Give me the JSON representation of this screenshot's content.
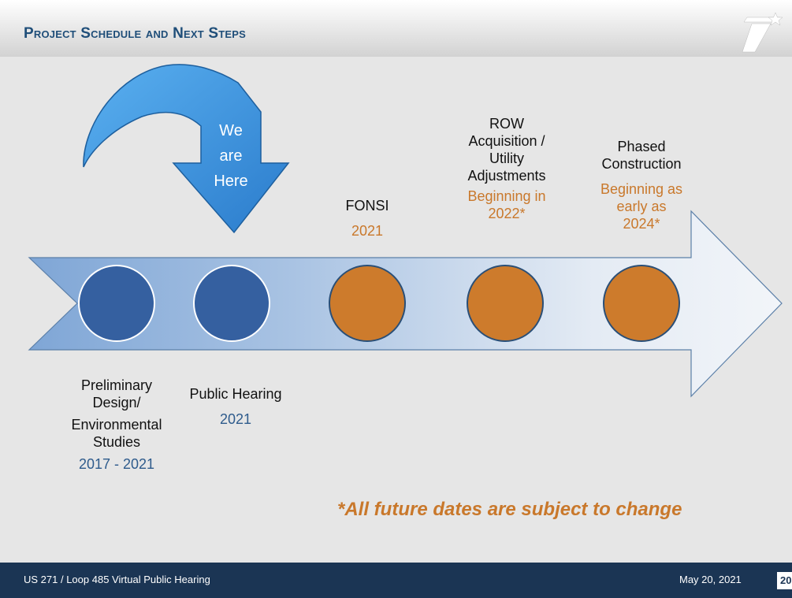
{
  "header": {
    "title": "Project Schedule and Next Steps"
  },
  "logo": {
    "icon": "txdot-star-logo"
  },
  "callout": {
    "line1": "We",
    "line2": "are",
    "line3": "Here"
  },
  "milestones": [
    {
      "name_lines": [
        "Preliminary",
        "Design/",
        "Environmental",
        "Studies"
      ],
      "date": "2017 - 2021",
      "status": "completed",
      "color": "#3560a0"
    },
    {
      "name_lines": [
        "Public Hearing"
      ],
      "date": "2021",
      "status": "completed",
      "color": "#3560a0"
    },
    {
      "name_lines": [
        "FONSI"
      ],
      "date": "2021",
      "status": "upcoming",
      "color": "#cd7b2c"
    },
    {
      "name_lines": [
        "ROW",
        "Acquisition /",
        "Utility",
        "Adjustments"
      ],
      "date_lines": [
        "Beginning in",
        "2022*"
      ],
      "status": "upcoming",
      "color": "#cd7b2c"
    },
    {
      "name_lines": [
        "Phased",
        "Construction"
      ],
      "date_lines": [
        "Beginning as",
        "early as",
        "2024*"
      ],
      "status": "upcoming",
      "color": "#cd7b2c"
    }
  ],
  "disclaimer": "*All future dates are subject to change",
  "footer": {
    "left": "US 271 / Loop 485 Virtual Public Hearing",
    "date": "May 20, 2021",
    "page": "20"
  },
  "colors": {
    "footer_bg": "#1b3554",
    "title": "#1f4e79",
    "accent_orange": "#c9782b",
    "accent_blue": "#2e5b8c",
    "arrow_blue": "#3a8fd6"
  }
}
